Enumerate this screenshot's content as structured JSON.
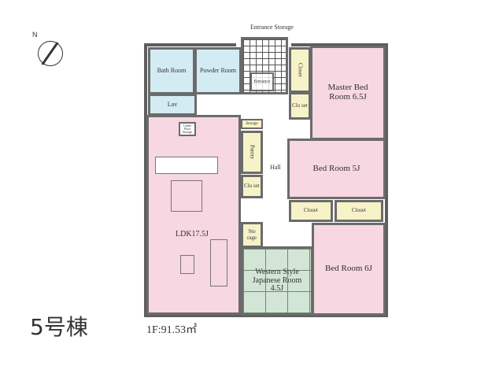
{
  "building_label": "5号棟",
  "floor_area": "1F:91.53㎡",
  "north_symbol": "N",
  "rooms": {
    "entrance_storage": "Entrance Storage",
    "bath": "Bath Room",
    "powder": "Powder Room",
    "lav": "Lav",
    "entrance": "Entrance",
    "closet_master": "Closet",
    "closet_master2": "Clo set",
    "master": "Master Bed Room 6.5J",
    "storage_small": "Storage",
    "under_floor": "Under Floor Storage",
    "pantry": "Pantry",
    "closet_hall": "Clo set",
    "hall": "Hall",
    "bed5": "Bed Room 5J",
    "closet_a": "Closet",
    "closet_b": "Closet",
    "storage": "Sto rage",
    "ldk": "LDK17.5J",
    "japanese": "Western Style Japanese Room 4.5J",
    "bed6": "Bed Room 6J"
  },
  "colors": {
    "wet": "#d3ebf3",
    "bedroom": "#f6d7e2",
    "storage": "#f7f3c8",
    "japanese": "#d3e6d6"
  }
}
